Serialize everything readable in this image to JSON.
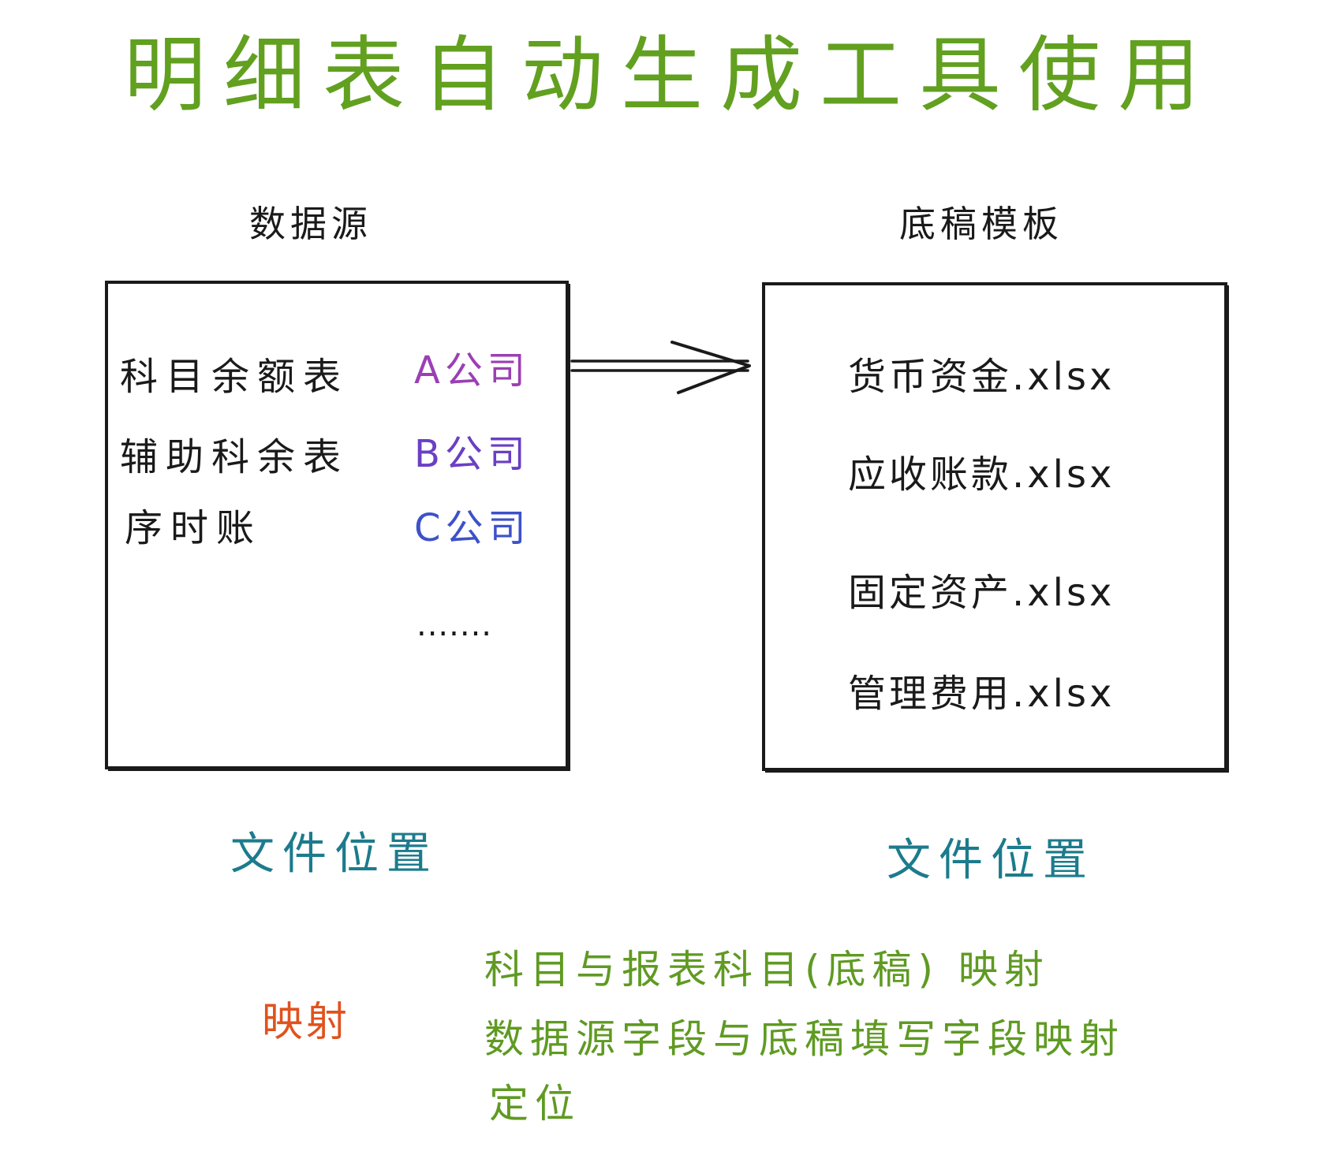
{
  "title": "明细表自动生成工具使用",
  "source": {
    "heading": "数据源",
    "items": [
      {
        "name": "科目余额表",
        "company": "A公司",
        "color": "#9b3fb4"
      },
      {
        "name": "辅助科余表",
        "company": "B公司",
        "color": "#6a3fc4"
      },
      {
        "name": "序时账",
        "company": "C公司",
        "color": "#3d52c8"
      }
    ],
    "ellipsis": ".......",
    "location_label": "文件位置"
  },
  "template": {
    "heading": "底稿模板",
    "files": [
      "货币资金.xlsx",
      "应收账款.xlsx",
      "固定资产.xlsx",
      "管理费用.xlsx"
    ],
    "location_label": "文件位置"
  },
  "mapping": {
    "label": "映射",
    "lines": [
      "科目与报表科目(底稿) 映射",
      "数据源字段与底稿填写字段映射",
      "定位"
    ]
  },
  "colors": {
    "title": "#62a020",
    "location": "#1c7b8c",
    "mapping_label": "#e0521e",
    "mapping_lines": "#5f9a22"
  }
}
